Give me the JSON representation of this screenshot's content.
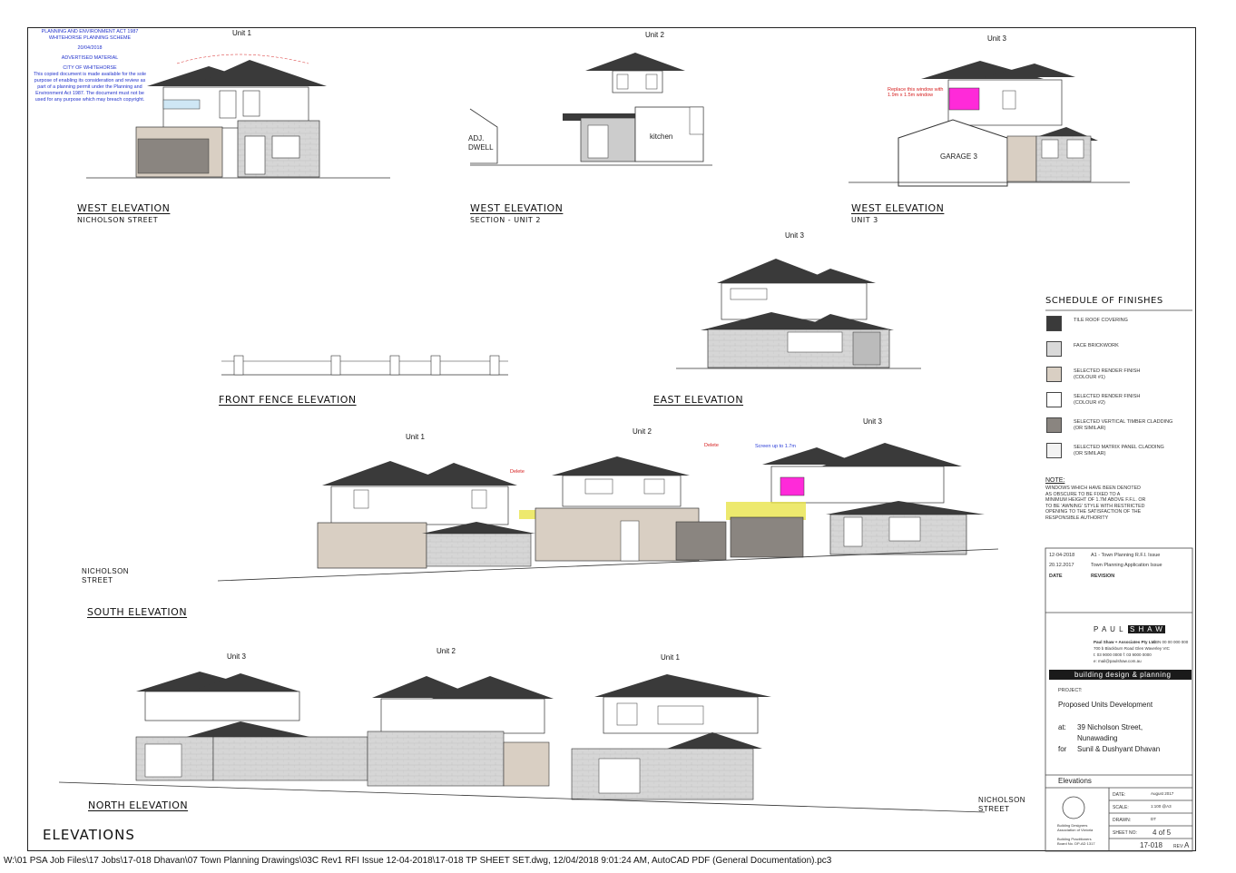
{
  "stamp": {
    "line1": "PLANNING AND ENVIRONMENT ACT 1987",
    "line2": "WHITEHORSE PLANNING SCHEME",
    "date": "20/04/2018",
    "line3": "ADVERTISED MATERIAL",
    "line4": "CITY OF WHITEHORSE",
    "line5": "This copied document is made available for the sole purpose of enabling its consideration and review as part of a planning permit under the Planning and Environment Act 1987. The document must not be used for any purpose which may breach copyright."
  },
  "units": {
    "u1": "Unit 1",
    "u2": "Unit 2",
    "u3": "Unit 3"
  },
  "labels": {
    "kitchen": "kitchen",
    "garage3": "GARAGE 3",
    "adj_dwell": "ADJ.\nDWELL",
    "replace_window": "Replace this window with\n1.9m x 1.5m window",
    "delete": "Delete",
    "screen": "Screen up to 1.7m"
  },
  "elevations": {
    "west1": {
      "title": "WEST ELEVATION",
      "sub": "NICHOLSON STREET"
    },
    "west2": {
      "title": "WEST ELEVATION",
      "sub": "SECTION - UNIT 2"
    },
    "west3": {
      "title": "WEST ELEVATION",
      "sub": "UNIT 3"
    },
    "fence": {
      "title": "FRONT FENCE ELEVATION"
    },
    "east": {
      "title": "EAST ELEVATION"
    },
    "south": {
      "title": "SOUTH ELEVATION"
    },
    "north": {
      "title": "NORTH ELEVATION"
    }
  },
  "streets": {
    "south": "NICHOLSON\nSTREET",
    "north": "NICHOLSON\nSTREET"
  },
  "schedule": {
    "title": "SCHEDULE OF FINISHES",
    "items": [
      {
        "label": "TILE ROOF COVERING",
        "color": "#3a3a3a"
      },
      {
        "label": "FACE BRICKWORK",
        "color": "#d9d9d9"
      },
      {
        "label": "SELECTED RENDER FINISH\n(COLOUR #1)",
        "color": "#d9cfc3"
      },
      {
        "label": "SELECTED RENDER FINISH\n(COLOUR #2)",
        "color": "#ffffff"
      },
      {
        "label": "SELECTED VERTICAL TIMBER CLADDING\n(OR SIMILAR)",
        "color": "#8a8580"
      },
      {
        "label": "SELECTED MATRIX PANEL CLADDING\n(OR SIMILAR)",
        "color": "#f3f3f3"
      }
    ],
    "note_title": "NOTE:",
    "note": "WINDOWS WHICH HAVE BEEN DENOTED\nAS OBSCURE TO BE FIXED TO A\nMINIMUM HEIGHT OF 1.7M ABOVE F.F.L. OR\nTO BE 'AWNING' STYLE WITH RESTRICTED\nOPENING TO THE SATISFACTION OF THE\nRESPONSIBLE AUTHORITY"
  },
  "revisions": [
    {
      "date": "12-04-2018",
      "desc": "A1 - Town Planning R.F.I. Issue"
    },
    {
      "date": "20.12.2017",
      "desc": "Town Planning Application Issue"
    }
  ],
  "rev_headers": {
    "date": "DATE",
    "rev": "REVISION"
  },
  "firm": {
    "logo_left": "P A U L",
    "logo_right": "S H A W",
    "assoc": "+ ASSOCIATES",
    "line1": "Paul Shaw + Associates Pty Ltd",
    "line2": "ABN 00 00 000 000",
    "line3": "700 b Blackburn Road Glen Waverley VIC",
    "line4": "t: 03 9000 0000   f: 03 9000 0000",
    "line5": "e: mail@paulshaw.com.au",
    "tagline": "building   design   &   planning"
  },
  "project": {
    "label": "PROJECT:",
    "name": "Proposed Units Development",
    "at_label": "at:",
    "address1": "39 Nicholson Street,",
    "address2": "Nunawading",
    "for_label": "for",
    "client": "Sunil & Dushyant Dhavan"
  },
  "drawing": {
    "name": "Elevations",
    "date_label": "DATE:",
    "date": "August 2017",
    "scale_label": "SCALE:",
    "scale": "1:100 @A3",
    "drawn_label": "DRAWN:",
    "drawn": "DT",
    "sheet_label": "SHEET NO:",
    "sheet": "4 of 5",
    "job": "17-018",
    "rev_label": "REV:",
    "rev": "A",
    "reg1": "Building Designers\nAssociation of Victoria",
    "reg2": "Building Practitioners\nBoard No. DP-AD 1317"
  },
  "main_title": "ELEVATIONS",
  "filepath": "W:\\01 PSA Job Files\\17 Jobs\\17-018 Dhavan\\07 Town Planning Drawings\\03C Rev1 RFI Issue 12-04-2018\\17-018 TP SHEET SET.dwg, 12/04/2018 9:01:24 AM, AutoCAD PDF (General Documentation).pc3"
}
